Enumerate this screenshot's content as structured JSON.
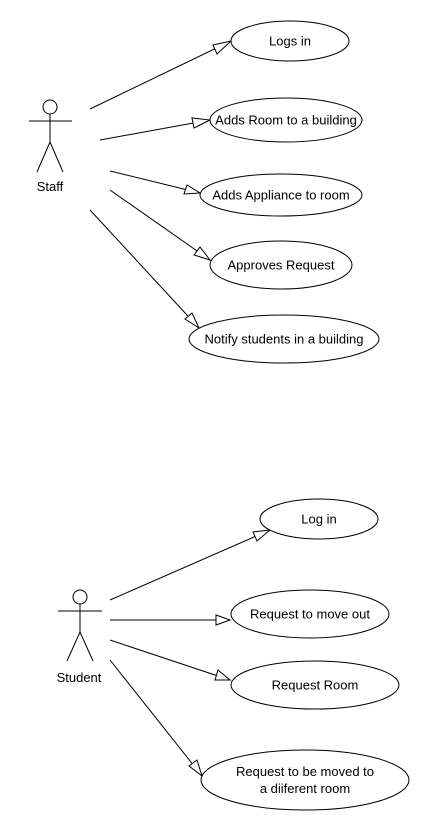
{
  "actors": [
    {
      "id": "staff",
      "label": "Staff",
      "use_cases": [
        "Logs in",
        "Adds Room to a building",
        "Adds Appliance to room",
        "Approves Request",
        "Notify students in a building"
      ]
    },
    {
      "id": "student",
      "label": "Student",
      "use_cases": [
        "Log in",
        "Request to move out",
        "Request Room",
        [
          "Request to be moved to",
          "a diiferent room"
        ]
      ]
    }
  ],
  "colors": {
    "stroke": "#000000",
    "fill": "#ffffff",
    "text": "#000000"
  }
}
